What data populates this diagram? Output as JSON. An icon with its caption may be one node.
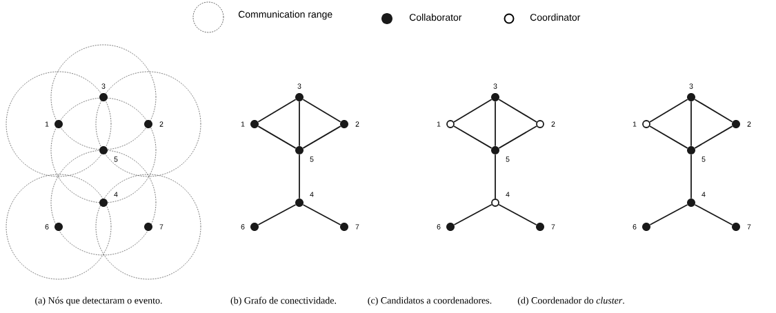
{
  "diagram": {
    "nodes": [
      {
        "text": [],
        "shape": "dot",
        "beside": [
          "3"
        ]
      },
      {
        "text": [],
        "shape": "dot",
        "beside": [
          "1"
        ]
      },
      {
        "text": [],
        "shape": "dot",
        "beside": [
          "2"
        ]
      },
      {
        "text": [],
        "shape": "dot",
        "beside": [
          "5"
        ]
      },
      {
        "text": [],
        "shape": "dot",
        "beside": [
          "4"
        ]
      },
      {
        "text": [],
        "shape": "dot",
        "beside": [
          "6"
        ]
      },
      {
        "text": [],
        "shape": "dot",
        "beside": [
          "7"
        ]
      },
      {
        "text": [],
        "shape": "dot",
        "beside": [
          "3"
        ]
      },
      {
        "text": [],
        "shape": "dot",
        "beside": [
          "1"
        ]
      },
      {
        "text": [],
        "shape": "dot",
        "beside": [
          "2"
        ]
      },
      {
        "text": [],
        "shape": "dot",
        "beside": [
          "5"
        ]
      },
      {
        "text": [],
        "shape": "dot",
        "beside": [
          "4"
        ]
      },
      {
        "text": [],
        "shape": "dot",
        "beside": [
          "6"
        ]
      },
      {
        "text": [],
        "shape": "dot",
        "beside": [
          "7"
        ]
      },
      {
        "text": [],
        "shape": "dot",
        "beside": [
          "3"
        ]
      },
      {
        "text": [],
        "shape": "circle",
        "beside": [
          "1"
        ]
      },
      {
        "text": [],
        "shape": "circle",
        "beside": [
          "2"
        ]
      },
      {
        "text": [],
        "shape": "dot",
        "beside": [
          "5"
        ]
      },
      {
        "text": [],
        "shape": "circle",
        "beside": [
          "4"
        ]
      },
      {
        "text": [],
        "shape": "dot",
        "beside": [
          "6"
        ]
      },
      {
        "text": [],
        "shape": "dot",
        "beside": [
          "7"
        ]
      },
      {
        "text": [],
        "shape": "dot",
        "beside": [
          "3"
        ]
      },
      {
        "text": [],
        "shape": "circle",
        "beside": [
          "1"
        ]
      },
      {
        "text": [],
        "shape": "dot",
        "beside": [
          "2"
        ]
      },
      {
        "text": [],
        "shape": "dot",
        "beside": [
          "5"
        ]
      },
      {
        "text": [],
        "shape": "dot",
        "beside": [
          "4"
        ]
      },
      {
        "text": [],
        "shape": "dot",
        "beside": [
          "6"
        ]
      },
      {
        "text": [],
        "shape": "dot",
        "beside": [
          "7"
        ]
      }
    ],
    "edges": [
      {
        "from": 7,
        "to": 8,
        "arrow": "none"
      },
      {
        "from": 7,
        "to": 9,
        "arrow": "none"
      },
      {
        "from": 7,
        "to": 10,
        "arrow": "none"
      },
      {
        "from": 8,
        "to": 10,
        "arrow": "none"
      },
      {
        "from": 9,
        "to": 10,
        "arrow": "none"
      },
      {
        "from": 10,
        "to": 11,
        "arrow": "none"
      },
      {
        "from": 11,
        "to": 12,
        "arrow": "none"
      },
      {
        "from": 11,
        "to": 13,
        "arrow": "none"
      },
      {
        "from": 14,
        "to": 15,
        "arrow": "none"
      },
      {
        "from": 14,
        "to": 16,
        "arrow": "none"
      },
      {
        "from": 14,
        "to": 17,
        "arrow": "none"
      },
      {
        "from": 15,
        "to": 17,
        "arrow": "none"
      },
      {
        "from": 16,
        "to": 17,
        "arrow": "none"
      },
      {
        "from": 17,
        "to": 18,
        "arrow": "none"
      },
      {
        "from": 18,
        "to": 19,
        "arrow": "none"
      },
      {
        "from": 18,
        "to": 20,
        "arrow": "none"
      },
      {
        "from": 21,
        "to": 22,
        "arrow": "none"
      },
      {
        "from": 21,
        "to": 23,
        "arrow": "none"
      },
      {
        "from": 21,
        "to": 24,
        "arrow": "none"
      },
      {
        "from": 22,
        "to": 24,
        "arrow": "none"
      },
      {
        "from": 23,
        "to": 24,
        "arrow": "none"
      },
      {
        "from": 24,
        "to": 25,
        "arrow": "none"
      },
      {
        "from": 25,
        "to": 26,
        "arrow": "none"
      },
      {
        "from": 25,
        "to": 27,
        "arrow": "none"
      }
    ],
    "labels": [
      "(a) Nós que detectaram o evento.",
      "(b) Grafo de conectividade.",
      "(c) Candidatos a coordenadores.",
      "(d) Coordenador do *cluster*."
    ],
    "legend": [
      {
        "text": "Communication range"
      },
      {
        "text": "Collaborator"
      },
      {
        "text": "Coordinator"
      }
    ]
  }
}
